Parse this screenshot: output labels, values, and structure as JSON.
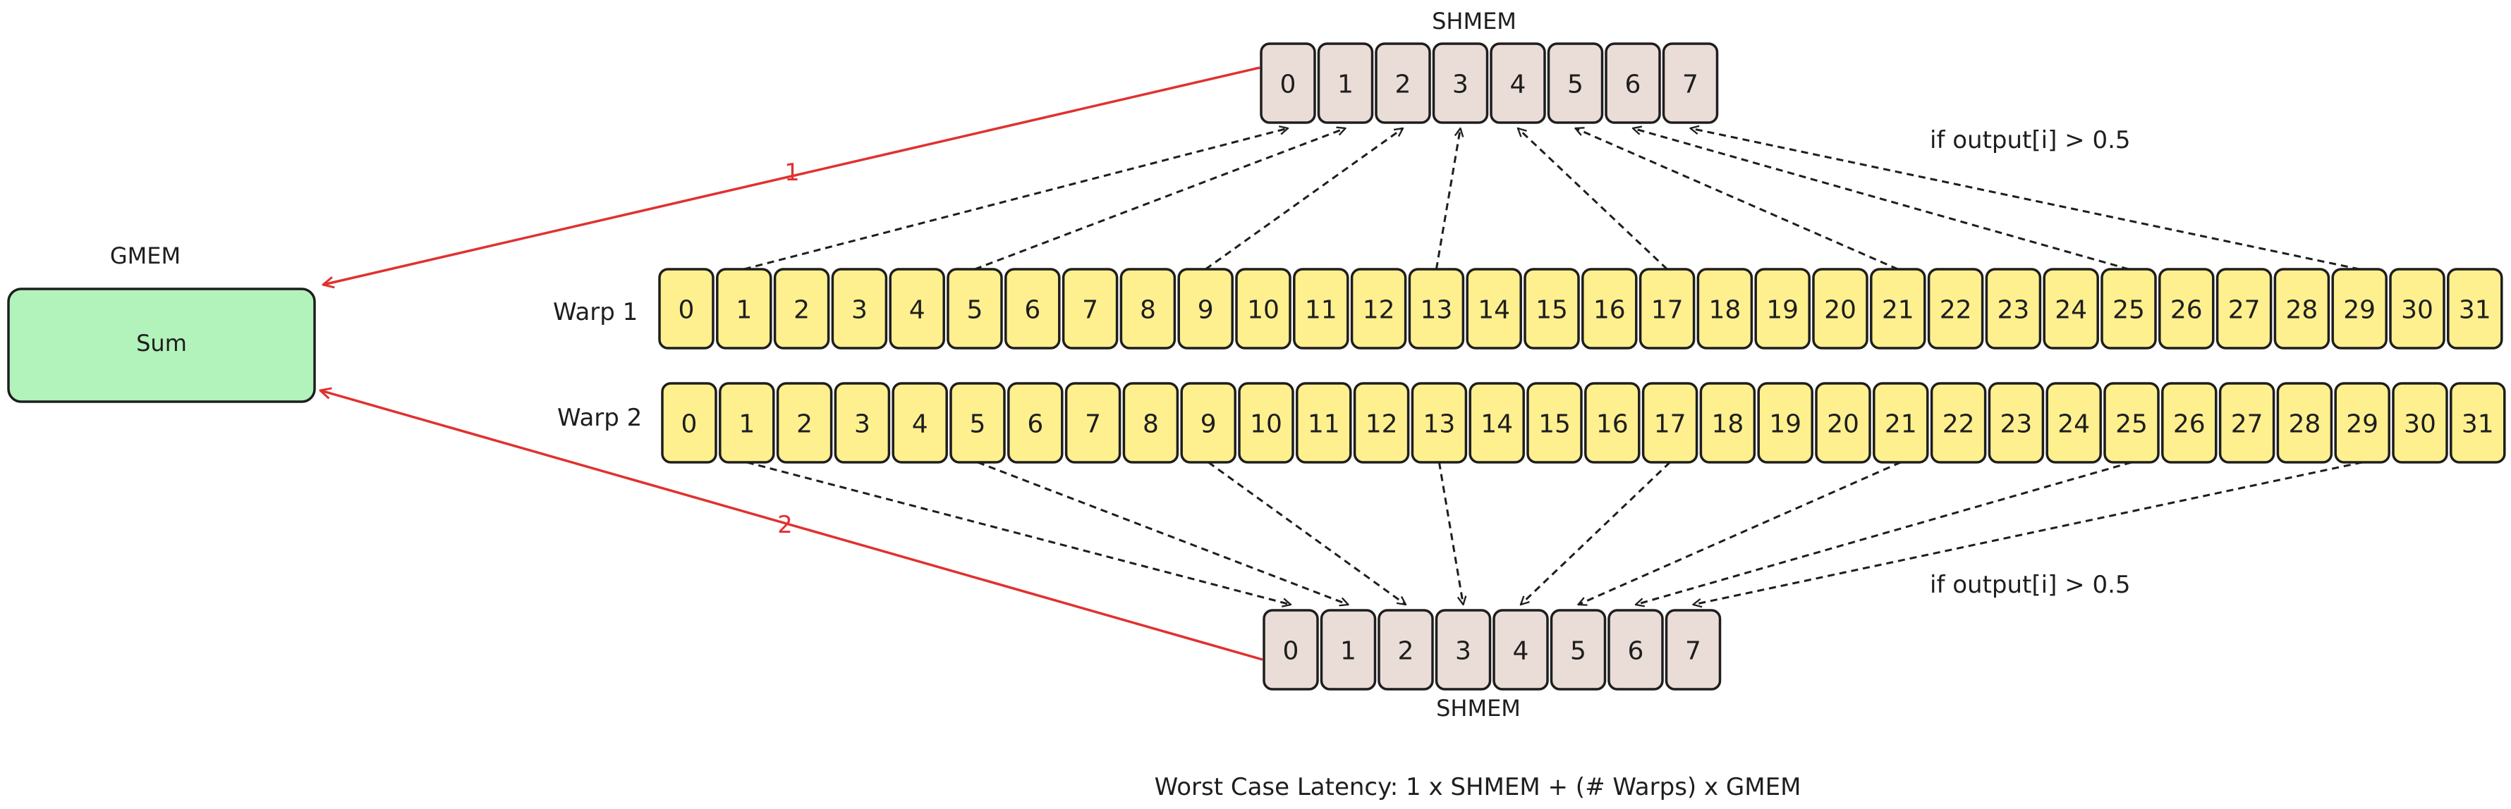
{
  "gmem": {
    "title": "GMEM",
    "box_label": "Sum",
    "box_color": "#b2f2bb"
  },
  "shmem_top": {
    "label": "SHMEM",
    "cells": [
      "0",
      "1",
      "2",
      "3",
      "4",
      "5",
      "6",
      "7"
    ]
  },
  "shmem_bottom": {
    "label": "SHMEM",
    "cells": [
      "0",
      "1",
      "2",
      "3",
      "4",
      "5",
      "6",
      "7"
    ]
  },
  "warp1": {
    "label": "Warp 1",
    "cells": [
      "0",
      "1",
      "2",
      "3",
      "4",
      "5",
      "6",
      "7",
      "8",
      "9",
      "10",
      "11",
      "12",
      "13",
      "14",
      "15",
      "16",
      "17",
      "18",
      "19",
      "20",
      "21",
      "22",
      "23",
      "24",
      "25",
      "26",
      "27",
      "28",
      "29",
      "30",
      "31"
    ]
  },
  "warp2": {
    "label": "Warp 2",
    "cells": [
      "0",
      "1",
      "2",
      "3",
      "4",
      "5",
      "6",
      "7",
      "8",
      "9",
      "10",
      "11",
      "12",
      "13",
      "14",
      "15",
      "16",
      "17",
      "18",
      "19",
      "20",
      "21",
      "22",
      "23",
      "24",
      "25",
      "26",
      "27",
      "28",
      "29",
      "30",
      "31"
    ]
  },
  "condition_top": "if output[i] > 0.5",
  "condition_bottom": "if output[i] > 0.5",
  "arrow_top_label": "1",
  "arrow_bottom_label": "2",
  "footer": "Worst Case Latency: 1 x SHMEM + (# Warps) x GMEM",
  "colors": {
    "shmem_cell": "#eaddd7",
    "warp_cell": "#fff08f",
    "edge_red": "#e03131",
    "stroke": "#1e1e1e"
  },
  "arrows": {
    "warp1_to_shmem_top": [
      [
        1,
        0
      ],
      [
        5,
        1
      ],
      [
        9,
        2
      ],
      [
        13,
        3
      ],
      [
        17,
        4
      ],
      [
        21,
        5
      ],
      [
        25,
        6
      ],
      [
        29,
        7
      ]
    ],
    "warp2_to_shmem_bottom": [
      [
        1,
        0
      ],
      [
        5,
        1
      ],
      [
        9,
        2
      ],
      [
        13,
        3
      ],
      [
        17,
        4
      ],
      [
        21,
        5
      ],
      [
        25,
        6
      ],
      [
        29,
        7
      ]
    ]
  }
}
